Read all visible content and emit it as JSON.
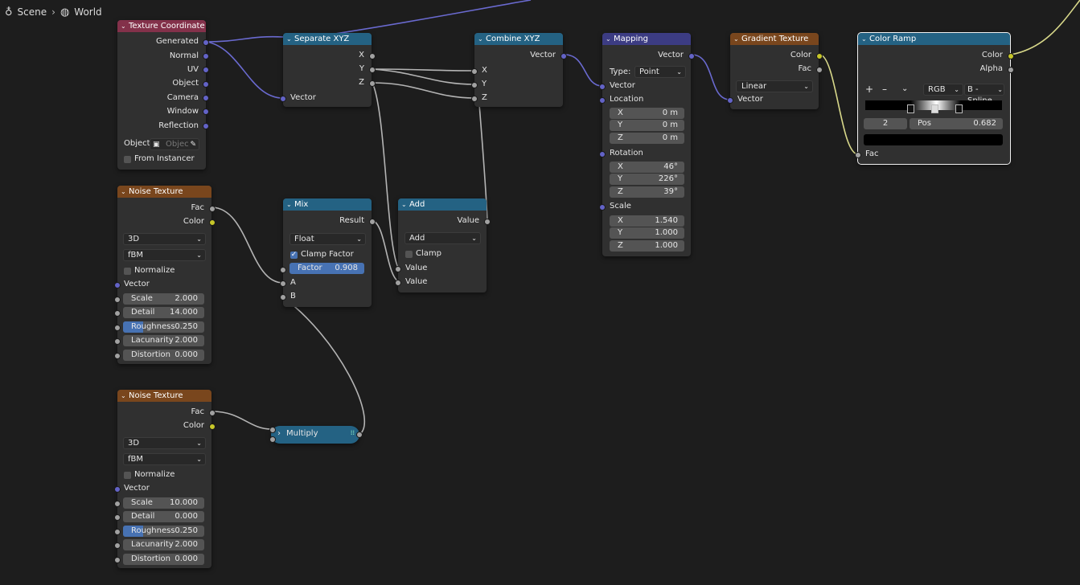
{
  "breadcrumb": {
    "scene": "Scene",
    "world": "World"
  },
  "nodes": {
    "tex_coord": {
      "title": "Texture Coordinate",
      "outputs": [
        "Generated",
        "Normal",
        "UV",
        "Object",
        "Camera",
        "Window",
        "Reflection"
      ],
      "object_label": "Object:",
      "object_placeholder": "Objec",
      "from_instancer": "From Instancer"
    },
    "separate": {
      "title": "Separate XYZ",
      "outputs": [
        "X",
        "Y",
        "Z"
      ],
      "input": "Vector"
    },
    "combine": {
      "title": "Combine XYZ",
      "output": "Vector",
      "inputs": [
        "X",
        "Y",
        "Z"
      ]
    },
    "mapping": {
      "title": "Mapping",
      "output": "Vector",
      "type_label": "Type:",
      "type_value": "Point",
      "input_vector": "Vector",
      "location_label": "Location",
      "location": [
        "0 m",
        "0 m",
        "0 m"
      ],
      "rotation_label": "Rotation",
      "rotation": [
        "46°",
        "226°",
        "39°"
      ],
      "scale_label": "Scale",
      "scale": [
        "1.540",
        "1.000",
        "1.000"
      ],
      "axes": [
        "X",
        "Y",
        "Z"
      ]
    },
    "gradient": {
      "title": "Gradient Texture",
      "outputs": [
        "Color",
        "Fac"
      ],
      "mode": "Linear",
      "input": "Vector"
    },
    "ramp": {
      "title": "Color Ramp",
      "outputs": [
        "Color",
        "Alpha"
      ],
      "add": "+",
      "remove": "–",
      "more": "⌄",
      "color_mode": "RGB",
      "interp": "B - Spline",
      "index": "2",
      "pos_label": "Pos",
      "pos_value": "0.682",
      "input": "Fac"
    },
    "noise1": {
      "title": "Noise Texture",
      "outputs": [
        "Fac",
        "Color"
      ],
      "dim": "3D",
      "type": "fBM",
      "normalize": "Normalize",
      "vector": "Vector",
      "fields": [
        {
          "label": "Scale",
          "value": "2.000"
        },
        {
          "label": "Detail",
          "value": "14.000"
        },
        {
          "label": "Roughness",
          "value": "0.250"
        },
        {
          "label": "Lacunarity",
          "value": "2.000"
        },
        {
          "label": "Distortion",
          "value": "0.000"
        }
      ]
    },
    "noise2": {
      "title": "Noise Texture",
      "outputs": [
        "Fac",
        "Color"
      ],
      "dim": "3D",
      "type": "fBM",
      "normalize": "Normalize",
      "vector": "Vector",
      "fields": [
        {
          "label": "Scale",
          "value": "10.000"
        },
        {
          "label": "Detail",
          "value": "0.000"
        },
        {
          "label": "Roughness",
          "value": "0.250"
        },
        {
          "label": "Lacunarity",
          "value": "2.000"
        },
        {
          "label": "Distortion",
          "value": "0.000"
        }
      ]
    },
    "mix": {
      "title": "Mix",
      "output": "Result",
      "type": "Float",
      "clamp": "Clamp Factor",
      "factor_label": "Factor",
      "factor_value": "0.908",
      "inputs": [
        "A",
        "B"
      ]
    },
    "add": {
      "title": "Add",
      "output": "Value",
      "op": "Add",
      "clamp": "Clamp",
      "inputs": [
        "Value",
        "Value"
      ]
    },
    "multiply": {
      "title": "Multiply"
    }
  },
  "colors": {
    "header_input": "#83314a",
    "header_converter": "#246283",
    "header_texture": "#79461d",
    "header_vector": "#3c3c83",
    "socket_vector": "#6363c7",
    "socket_float": "#a1a1a1",
    "socket_color": "#c7c729"
  }
}
